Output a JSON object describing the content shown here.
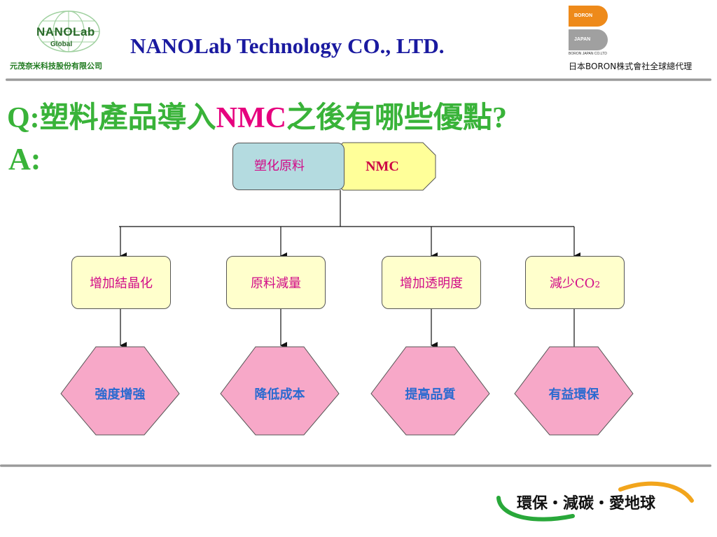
{
  "header": {
    "logo_name": "NANOLab",
    "logo_sub": "Global",
    "logo_cn": "元茂奈米科技股份有限公司",
    "company": "NANOLab Technology CO., LTD.",
    "boron_top": "BORON",
    "boron_bottom": "JAPAN",
    "boron_small": "BORON JAPAN CO.LTD",
    "agent": "日本BORON株式會社全球總代理"
  },
  "question": {
    "prefix": "Q:",
    "text1": "塑料產品導入",
    "nmc": "NMC",
    "text2": "之後有哪些優點",
    "qmark": "?",
    "answer": "A:"
  },
  "diagram": {
    "source": "塑化原料",
    "additive": "NMC",
    "effects": [
      {
        "label": "增加結晶化",
        "result": "強度增強"
      },
      {
        "label": "原料減量",
        "result": "降低成本"
      },
      {
        "label": "增加透明度",
        "result": "提高品質"
      },
      {
        "label": "減少CO",
        "label_sub": "2",
        "result": "有益環保"
      }
    ]
  },
  "footer": {
    "slogan": "環保・減碳・愛地球"
  }
}
